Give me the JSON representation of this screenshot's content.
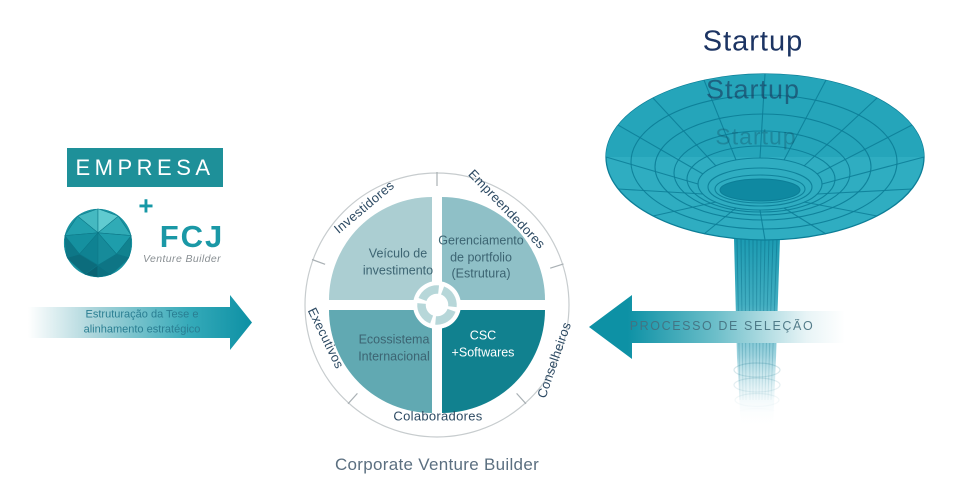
{
  "left": {
    "company_box": "EMPRESA",
    "plus": "+",
    "fcj_wordmark": "FCJ",
    "fcj_tagline": "Venture Builder",
    "arrow_text": "Estruturação da Tese e\nalinhamento estratégico"
  },
  "wheel": {
    "ring_labels": {
      "investidores": "Investidores",
      "empreendedores": "Empreendedores",
      "conselheiros": "Conselheiros",
      "colaboradores": "Colaboradores",
      "executivos": "Executivos"
    },
    "quadrants": {
      "top_left": "Veículo de\ninvestimento",
      "top_right": "Gerenciamento\nde portfolio\n(Estrutura)",
      "bottom_left": "Ecossistema\nInternacional",
      "bottom_right": "CSC\n+Softwares"
    },
    "caption": "Corporate Venture Builder"
  },
  "right": {
    "startup_title": "Startup",
    "startup_echo_1": "Startup",
    "startup_echo_2": "Startup",
    "arrow_text": "PROCESSO DE SELEÇÃO"
  },
  "colors": {
    "brand_teal": "#13818f",
    "quadrant_light": "#abced2",
    "quadrant_medium": "#8fc0c7",
    "quadrant_deep": "#61a9b2",
    "funnel_fill": "#2fadc1",
    "funnel_grid": "#0c7e97",
    "empresa_box": "#1e9099",
    "navy_title": "#1c3463",
    "label_slate": "#2d4a63"
  }
}
